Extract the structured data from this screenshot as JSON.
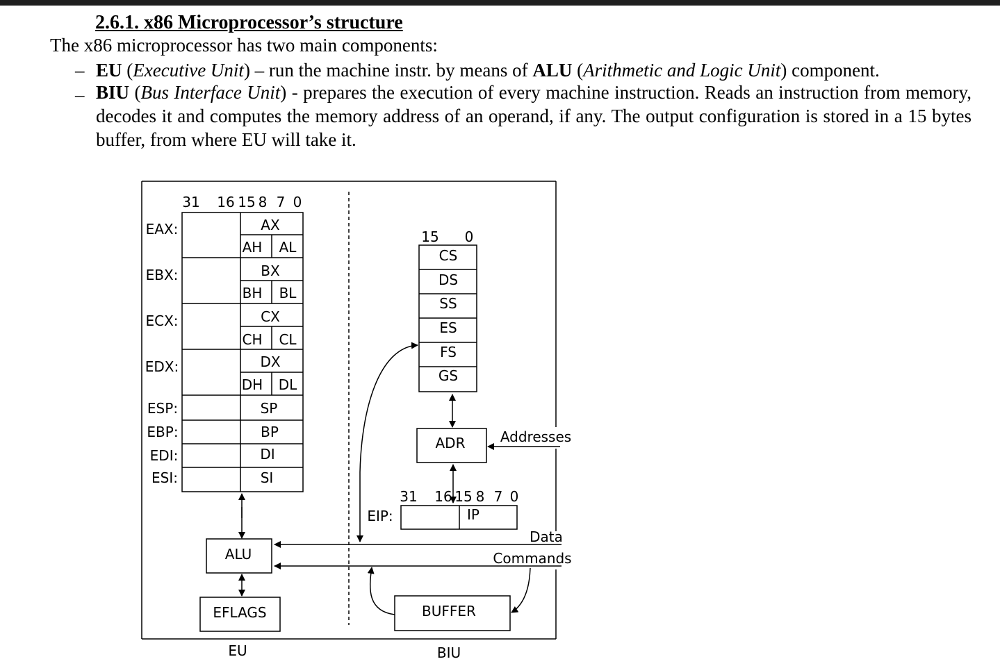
{
  "section": {
    "heading": "2.6.1. x86 Microprocessor’s structure",
    "intro": "The x86 microprocessor has two main components:",
    "bullets": [
      {
        "dash": "–",
        "term": "EU",
        "open": " (",
        "expansion": "Executive Unit",
        "description": ") – run the machine instr. by means of ",
        "sub_term": "ALU",
        "sub_open": " (",
        "sub_expansion": "Arithmetic and Logic Unit",
        "sub_close": ") component."
      },
      {
        "dash": "–",
        "term": "BIU",
        "open": " (",
        "expansion": "Bus Interface Unit",
        "description": ") - prepares the execution of every machine instruction. Reads an instruction from memory, decodes it and computes the memory address of an operand, if any. The output configuration is stored in a 15 bytes buffer, from where EU will take it."
      }
    ]
  },
  "diagram": {
    "eu_bit_header": [
      "31",
      "16",
      "15",
      "8",
      "7",
      "0"
    ],
    "general_registers": [
      {
        "label": "EAX:",
        "word": "AX",
        "high": "AH",
        "low": "AL"
      },
      {
        "label": "EBX:",
        "word": "BX",
        "high": "BH",
        "low": "BL"
      },
      {
        "label": "ECX:",
        "word": "CX",
        "high": "CH",
        "low": "CL"
      },
      {
        "label": "EDX:",
        "word": "DX",
        "high": "DH",
        "low": "DL"
      }
    ],
    "pointer_registers": [
      {
        "label": "ESP:",
        "word": "SP"
      },
      {
        "label": "EBP:",
        "word": "BP"
      },
      {
        "label": "EDI:",
        "word": "DI"
      },
      {
        "label": "ESI:",
        "word": "SI"
      }
    ],
    "alu": "ALU",
    "eflags": "EFLAGS",
    "eu_label": "EU",
    "seg_bit_header": [
      "15",
      "0"
    ],
    "segment_registers": [
      "CS",
      "DS",
      "SS",
      "ES",
      "FS",
      "GS"
    ],
    "adr": "ADR",
    "addresses": "Addresses",
    "eip_bit_header": [
      "31",
      "16",
      "15",
      "8",
      "7",
      "0"
    ],
    "eip_label": "EIP:",
    "ip": "IP",
    "data": "Data",
    "commands": "Commands",
    "buffer": "BUFFER",
    "biu_label": "BIU"
  }
}
